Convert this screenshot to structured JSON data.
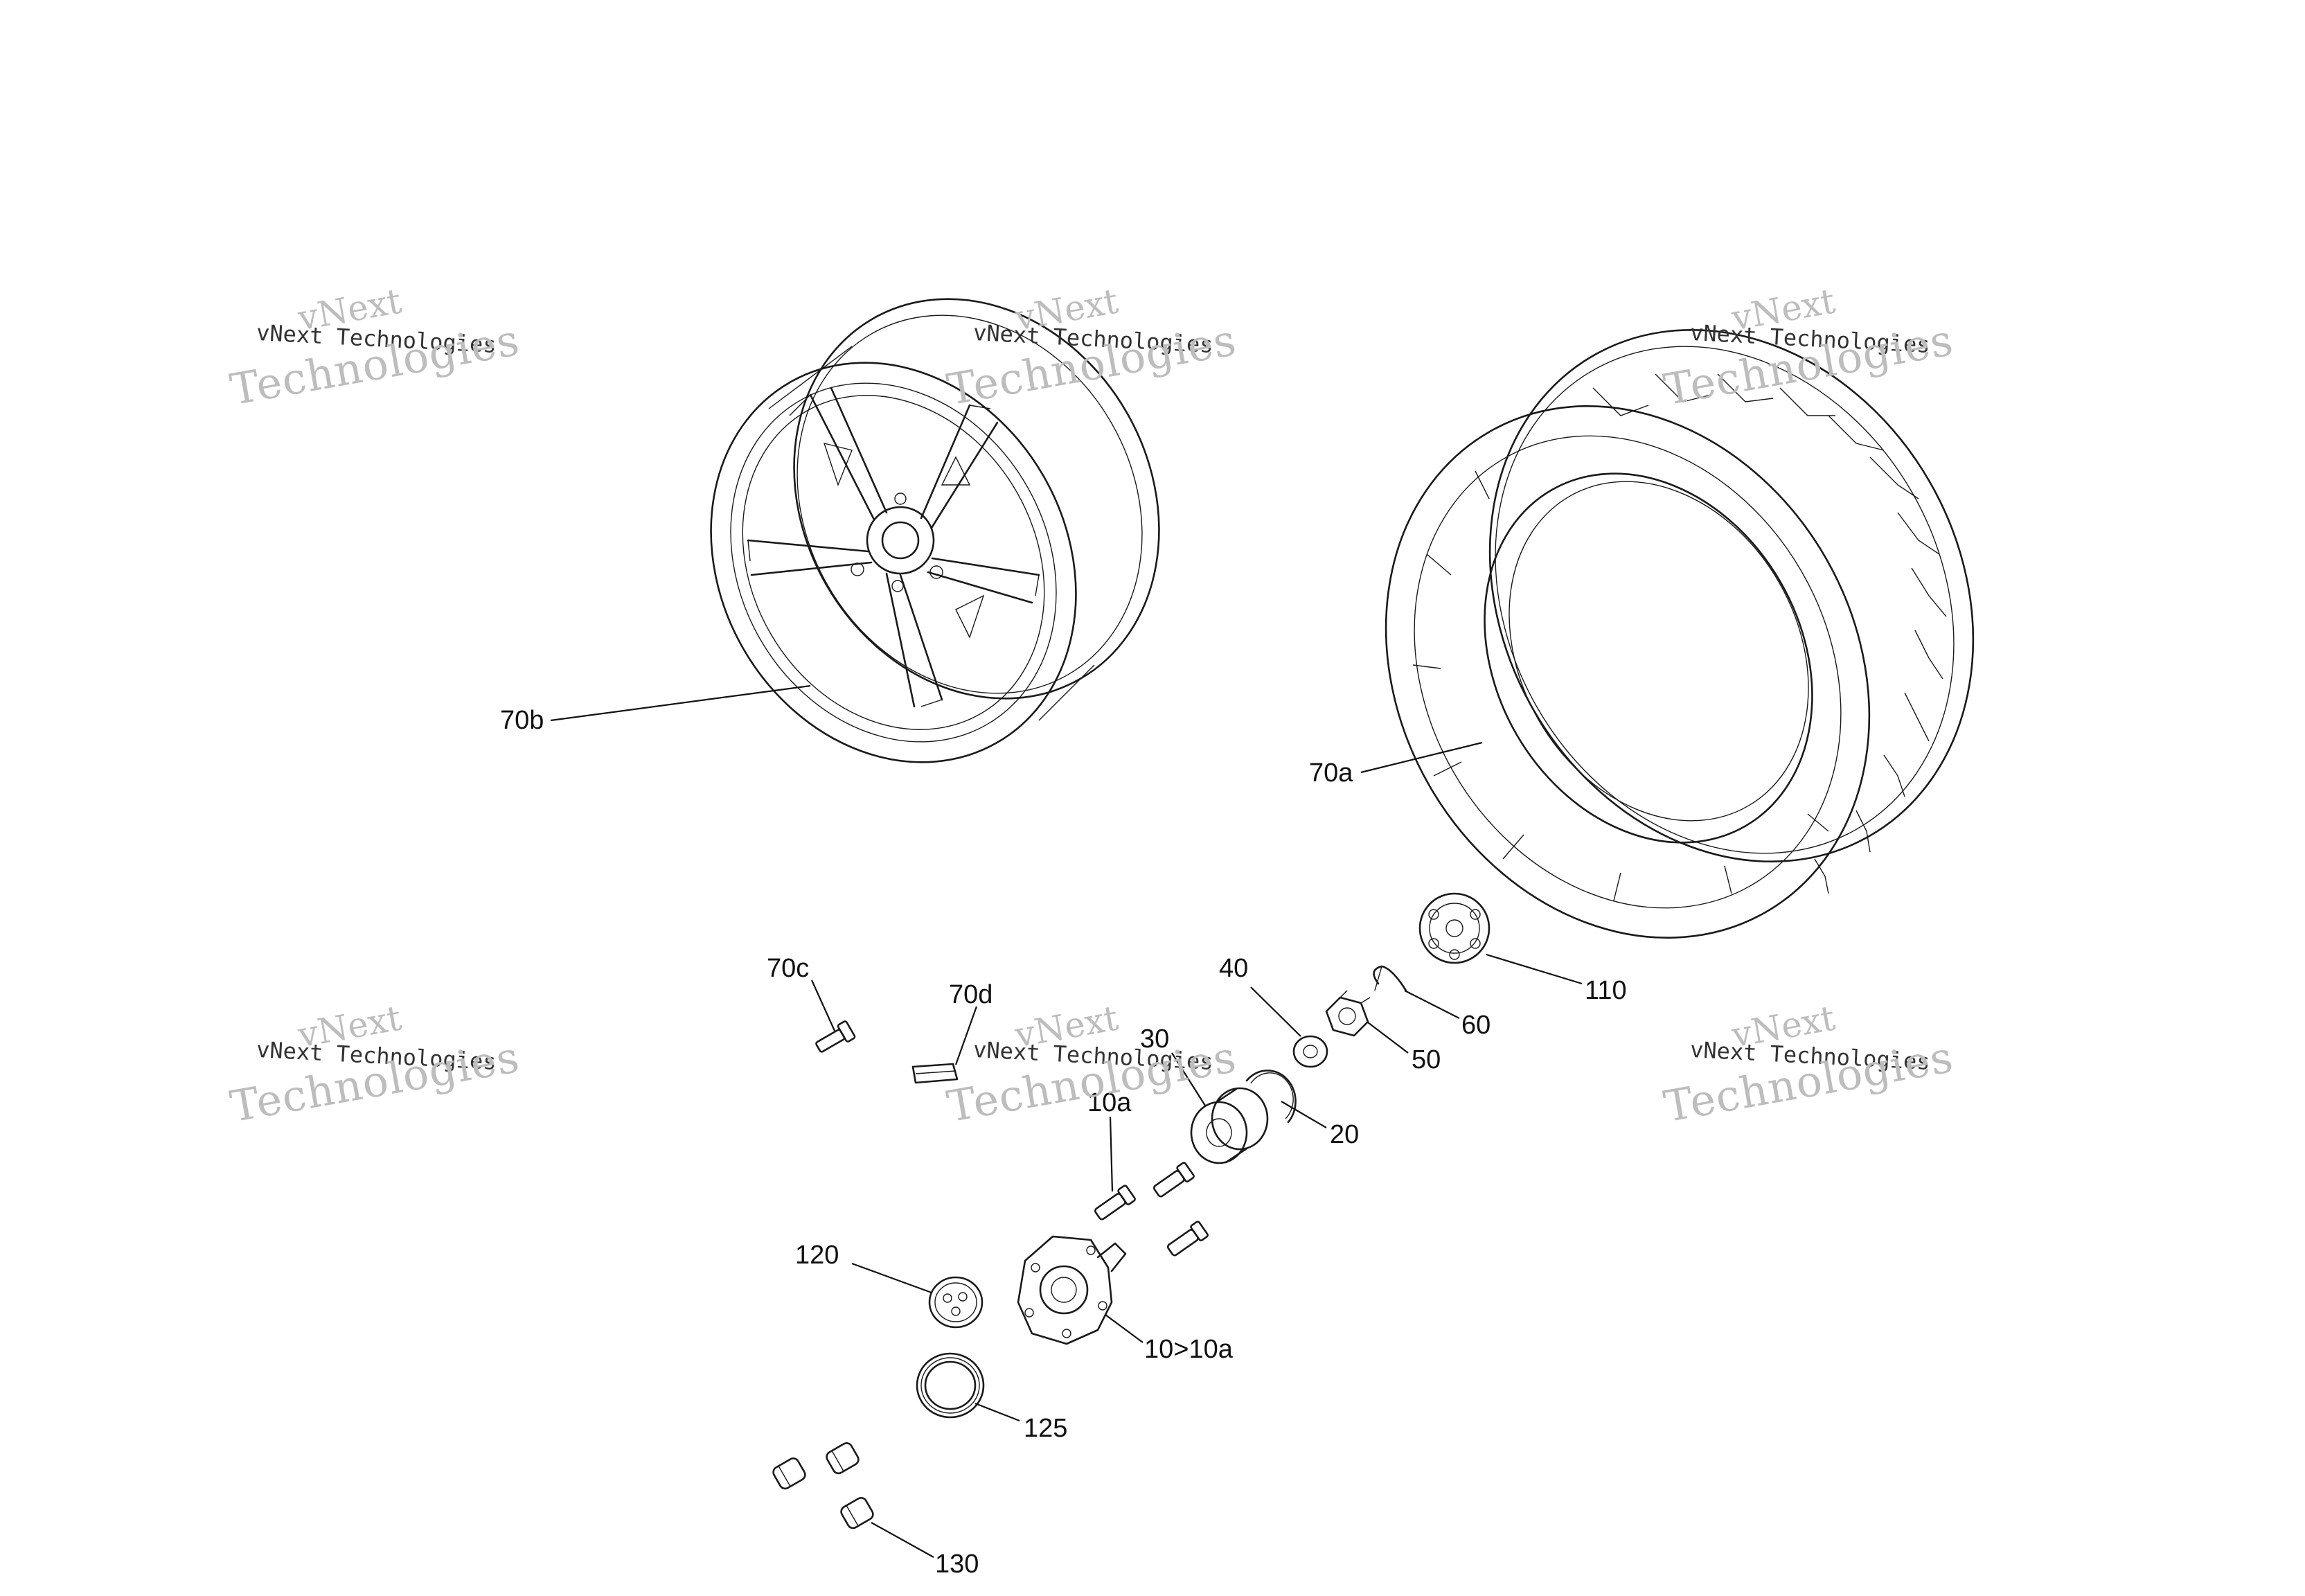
{
  "watermark": {
    "line1": "vNext",
    "line2": "vNext Technologies",
    "line3": "Technologies"
  },
  "callouts": {
    "p70b": "70b",
    "p70a": "70a",
    "p70c": "70c",
    "p70d": "70d",
    "p40": "40",
    "p30": "30",
    "p10a": "10a",
    "p110": "110",
    "p60": "60",
    "p50": "50",
    "p20": "20",
    "p120": "120",
    "p10": "10>10a",
    "p125": "125",
    "p130": "130"
  }
}
